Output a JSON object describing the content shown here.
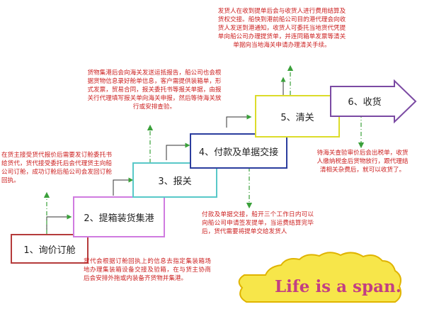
{
  "steps": [
    {
      "label": "1、询价订舱"
    },
    {
      "label": "2、提箱装货集港"
    },
    {
      "label": "3、报关"
    },
    {
      "label": "4、付款及单据交接"
    },
    {
      "label": "5、清关"
    },
    {
      "label": "6、收货"
    }
  ],
  "notes": {
    "step1": "在货主接受货代报价后需要发订舱委托书给货代，货代接受委托后会代理货主向船公司订舱，成功订舱后船公司会发回订舱回执。",
    "step2": "货代会根据订舱回执上的信息去指定集装箱场地办理集装箱设备交接及验箱，在与货主协商后会安排外拖或内装备齐货物并集港。",
    "step3": "货物集港后会向海关发送运抵报告，船公司也会根据货物信息录好舱单信息，客户需提供装箱单，形式发票，贸易合同，报关委托书等报关单据，由报关行代理填写报关单向海关申报，然后等待海关放行或安排查验。",
    "step4": "付款及单据交接，船开三个工作日内可以向船公司申请签发提单，当运费结算完毕后，货代需要将提单交给发货人",
    "step5": "发货人在收到提单后会与收货人进行费用结算及货权交接。船快到港前船公司目的港代理会向收货人发送到港通知，收货人可委托当地货代凭提单向船公司办理提货单，并连同箱单发票等清关单据向当地海关申请办理清关手续。",
    "step6": "待海关查验审价后会出税单，收货人缴纳税金后货物放行，跟代理结清相关杂费后，就可以收货了。"
  },
  "banner": {
    "text": "Life is a span."
  },
  "colors": {
    "step1": "#b53b3b",
    "step2": "#d07be0",
    "step3": "#58c8c8",
    "step4": "#2b3d9e",
    "step5": "#dcdc2a",
    "step6": "#7b4aa3",
    "note_text": "#cc1f1f",
    "connector": "#3aa03a",
    "banner_fill": "#f7e64a",
    "banner_text": "#c23f83"
  }
}
